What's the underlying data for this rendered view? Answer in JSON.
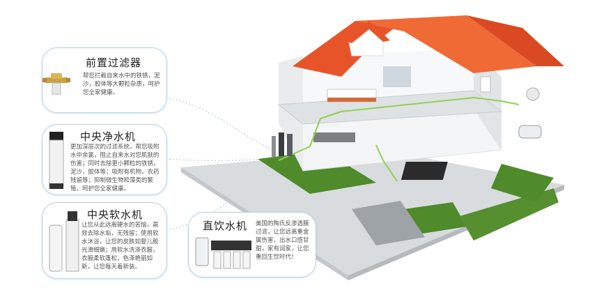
{
  "cards": [
    {
      "id": "prefilter",
      "title": "前置过滤器",
      "desc": "帮您拦截自来水中的铁锈，泥沙，胶体等大颗粒杂质，呵护您全家健康。"
    },
    {
      "id": "central-purifier",
      "title": "中央净水机",
      "desc": "更加深层次的过滤系统，帮您吸附水中余氯，阻止自来水对您肌肤的伤害；同时去除更小颗粒的铁锈，泥沙，胶体等；吸附有机物，农药残留等；抑制微生物和藻类的繁殖，呵护您全家健康。"
    },
    {
      "id": "central-softener",
      "title": "中央软水机",
      "desc": "让您从此远离硬水的苦恼，高效去除水垢，无残留；使用软水沐浴，让您的皮肤如婴儿般光滑细嫩；用软水洗涤衣服，衣服柔软蓬松，色泽艳丽如新，让您每天着新装。"
    },
    {
      "id": "direct-drinking",
      "title": "直饮水机",
      "desc": "美国的陶氏反渗透膜过滤，让您远离重金属伤害，出水口感甘甜，家有润家，让您重回生饮时代！"
    }
  ],
  "colors": {
    "roof": "#e8542a",
    "grass": "#4f8a2b",
    "pipe": "#8fd14f",
    "card_border": "#b7d0e2"
  }
}
